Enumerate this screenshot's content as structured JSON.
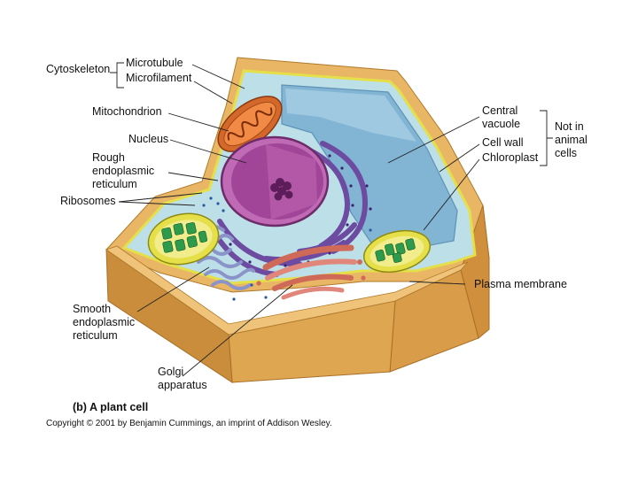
{
  "labels": {
    "cytoskeleton": "Cytoskeleton",
    "microtubule": "Microtubule",
    "microfilament": "Microfilament",
    "mitochondrion": "Mitochondrion",
    "nucleus": "Nucleus",
    "rough_er": [
      "Rough",
      "endoplasmic",
      "reticulum"
    ],
    "ribosomes": "Ribosomes",
    "smooth_er": [
      "Smooth",
      "endoplasmic",
      "reticulum"
    ],
    "golgi": [
      "Golgi",
      "apparatus"
    ],
    "central_vacuole": [
      "Central",
      "vacuole"
    ],
    "cell_wall": "Cell wall",
    "chloroplast": "Chloroplast",
    "not_in_animal": [
      "Not in",
      "animal",
      "cells"
    ],
    "plasma_membrane": "Plasma membrane"
  },
  "caption": "(b)  A plant cell",
  "copyright": "Copyright © 2001 by Benjamin Cummings, an imprint of Addison Wesley.",
  "colors": {
    "wall_top": "#e8b664",
    "wall_side": "#d9a14e",
    "wall_front": "#c98d3c",
    "cytoplasm": "#bcdfe8",
    "vacuole": "#7fb2d3",
    "membrane": "#e5e04a",
    "nucleus": "#a04598",
    "mitochondrion": "#d4682a",
    "chloroplast_green": "#2e9a4c",
    "er_purple": "#6d4ba0",
    "golgi_red": "#d06a58"
  }
}
